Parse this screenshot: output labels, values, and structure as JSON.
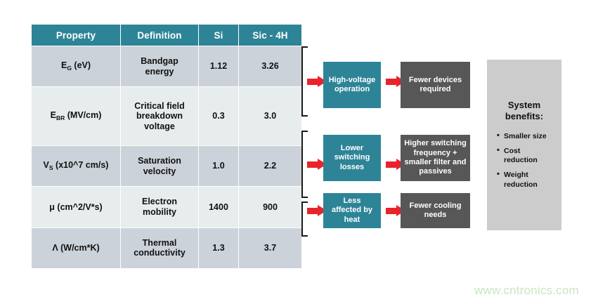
{
  "table": {
    "headers": [
      "Property",
      "Definition",
      "Si",
      "Sic - 4H"
    ],
    "rows": [
      {
        "property_main": "E",
        "property_sub": "G",
        "property_tail": " (eV)",
        "definition": "Bandgap\nenergy",
        "si": "1.12",
        "sic": "3.26"
      },
      {
        "property_main": "E",
        "property_sub": "BR",
        "property_tail": " (MV/cm)",
        "definition": "Critical field\nbreakdown\nvoltage",
        "si": "0.3",
        "sic": "3.0"
      },
      {
        "property_main": "V",
        "property_sub": "S",
        "property_tail": " (x10^7 cm/s)",
        "definition": "Saturation\nvelocity",
        "si": "1.0",
        "sic": "2.2"
      },
      {
        "property_main": "μ (cm^2/V*s)",
        "property_sub": "",
        "property_tail": "",
        "definition": "Electron\nmobility",
        "si": "1400",
        "sic": "900"
      },
      {
        "property_main": "Λ (W/cm*K)",
        "property_sub": "",
        "property_tail": "",
        "definition": "Thermal\nconductivity",
        "si": "1.3",
        "sic": "3.7"
      }
    ]
  },
  "flow": {
    "groups": [
      {
        "cause": "High-voltage\noperation",
        "effect": "Fewer devices\nrequired"
      },
      {
        "cause": "Lower\nswitching\nlosses",
        "effect": "Higher switching\nfrequency +\nsmaller filter and\npassives"
      },
      {
        "cause": "Less\naffected by\nheat",
        "effect": "Fewer cooling\nneeds"
      }
    ]
  },
  "benefits": {
    "title": "System\nbenefits:",
    "items": [
      "Smaller size",
      "Cost\nreduction",
      "Weight\nreduction"
    ]
  },
  "watermark": {
    "text": "www.cntronics.com"
  },
  "colors": {
    "teal": "#2e8497",
    "dark_gray": "#575757",
    "red_value": "#cc0000",
    "arrow_red": "#e8232a",
    "row_dark": "#ccd2d9",
    "row_light": "#e7ecec",
    "panel_gray": "#cccccc",
    "watermark_green": "#c8e6c2"
  }
}
